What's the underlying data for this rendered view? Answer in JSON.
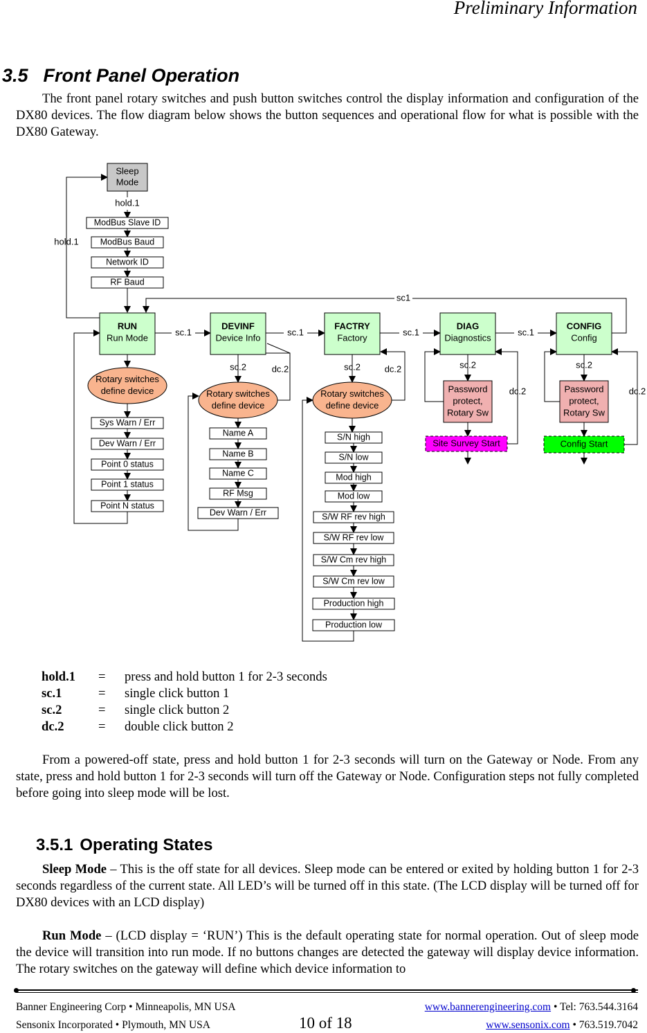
{
  "header": {
    "text": "Preliminary Information"
  },
  "section": {
    "number": "3.5",
    "title": "Front Panel Operation"
  },
  "intro": "The front panel rotary switches and push button switches control the display information and configuration of the DX80 devices.  The flow diagram below shows the button sequences and operational flow for what is possible with the DX80 Gateway.",
  "diagram": {
    "sleep": "Sleep\nMode",
    "hold1_top": "hold.1",
    "hold1_left": "hold.1",
    "sleep_chain": [
      "ModBus Slave ID",
      "ModBus Baud",
      "Network ID",
      "RF Baud"
    ],
    "sc1_top": "sc1",
    "states": [
      {
        "title": "RUN",
        "sub": "Run Mode"
      },
      {
        "title": "DEVINF",
        "sub": "Device Info"
      },
      {
        "title": "FACTRY",
        "sub": "Factory"
      },
      {
        "title": "DIAG",
        "sub": "Diagnostics"
      },
      {
        "title": "CONFIG",
        "sub": "Config"
      }
    ],
    "sc1": "sc.1",
    "sc2": "sc.2",
    "dc2": "dc.2",
    "rotary": "Rotary switches\ndefine device",
    "password": "Password\nprotect,\nRotary Sw",
    "run_list": [
      "Sys Warn / Err",
      "Dev Warn / Err",
      "Point 0 status",
      "Point 1 status",
      "Point N status"
    ],
    "devinf_list": [
      "Name A",
      "Name B",
      "Name C",
      "RF Msg",
      "Dev Warn / Err"
    ],
    "factry_list": [
      "S/N high",
      "S/N low",
      "Mod high",
      "Mod low",
      "S/W RF rev high",
      "S/W RF rev low",
      "S/W Cm rev high",
      "S/W Cm rev low",
      "Production high",
      "Production low"
    ],
    "site_survey": "Site Survey Start",
    "config_start": "Config Start",
    "colors": {
      "state": "#ccffcc",
      "rotary": "#f9b48e",
      "password": "#f0b0b0",
      "site_survey": "#ff00ff",
      "config_start": "#00ff00"
    }
  },
  "legend": [
    {
      "key": "hold.1",
      "eq": "=",
      "desc": "press and hold button 1 for 2-3 seconds"
    },
    {
      "key": "sc.1",
      "eq": "=",
      "desc": "single click button 1"
    },
    {
      "key": "sc.2",
      "eq": "=",
      "desc": "single click button 2"
    },
    {
      "key": "dc.2",
      "eq": "=",
      "desc": "double click button 2"
    }
  ],
  "power_para": "From a powered-off state, press and hold button 1 for 2-3 seconds will turn on the Gateway or Node.  From any state, press and hold button 1 for 2-3 seconds will turn off the Gateway or Node.  Configuration steps not fully completed before going into sleep mode will be lost.",
  "subsection": {
    "number": "3.5.1",
    "title": "Operating States"
  },
  "sleep_para": {
    "term": "Sleep Mode",
    "text": " – This is the off state for all devices.  Sleep mode can be entered or exited by holding button 1 for 2-3 seconds regardless of the current state. All LED’s will be turned off in this state. (The LCD display will be turned off for DX80 devices with an LCD display)"
  },
  "run_para": {
    "term": "Run Mode",
    "text": " – (LCD display = ‘RUN’) This is the default operating state for normal operation. Out of sleep mode the device will transition into run mode.  If no buttons changes are detected the gateway will display device information.  The rotary switches on the gateway will define which device information to"
  },
  "footer": {
    "left1": "Banner Engineering Corp • Minneapolis, MN USA",
    "left2": "Sensonix Incorporated • Plymouth, MN USA",
    "page": "10 of 18",
    "link1": "www.bannerengineering.com",
    "right1": " • Tel: 763.544.3164",
    "link2": "www.sensonix.com",
    "right2": " • 763.519.7042"
  }
}
